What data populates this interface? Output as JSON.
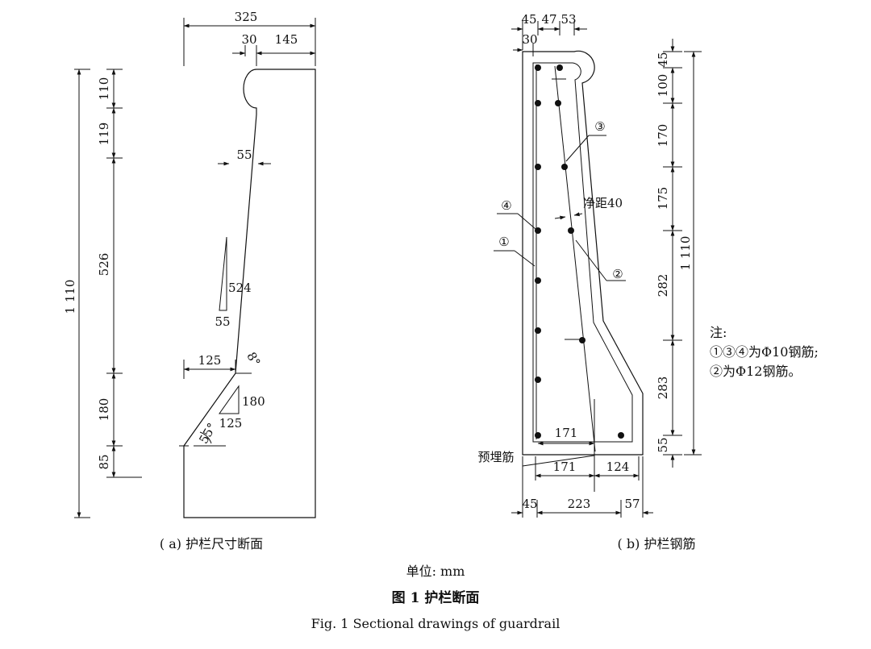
{
  "panel_a": {
    "dims_top": [
      "325",
      "30",
      "145"
    ],
    "dims_left": [
      "110",
      "119",
      "526",
      "180",
      "85"
    ],
    "dim_total": "1 110",
    "dims_inner": [
      "55",
      "524",
      "55",
      "125",
      "8°",
      "180",
      "125",
      "55°"
    ],
    "caption": "( a)  护栏尺寸断面"
  },
  "panel_b": {
    "dims_top": [
      "45",
      "47",
      "53",
      "30"
    ],
    "dims_right": [
      "45",
      "100",
      "170",
      "175",
      "282",
      "283",
      "55"
    ],
    "dim_total": "1 110",
    "rebar_labels": [
      "③",
      "④",
      "①",
      "②"
    ],
    "clear_spacing": "净距40",
    "dims_inner": [
      "171"
    ],
    "embedded_label": "预埋筋",
    "dims_bottom_row1": [
      "171",
      "124"
    ],
    "dims_bottom_row2": [
      "45",
      "223",
      "57"
    ],
    "note_title": "注:",
    "note_line1": "①③④为Φ10钢筋;",
    "note_line2": "②为Φ12钢筋。",
    "caption": "( b)  护栏钢筋"
  },
  "unit": "单位: mm",
  "figure_title_cn": "图 1    护栏断面",
  "figure_title_en": "Fig. 1    Sectional drawings of guardrail"
}
